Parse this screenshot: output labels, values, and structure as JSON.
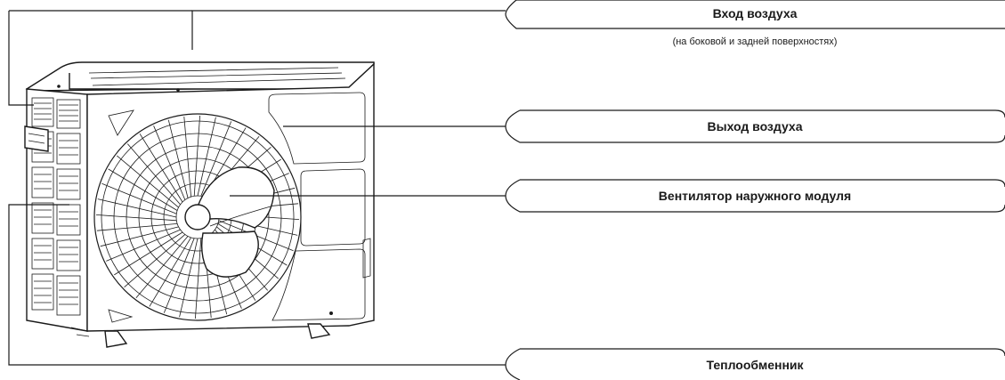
{
  "labels": {
    "air_inlet": "Вход воздуха",
    "air_inlet_note": "(на боковой и задней поверхностях)",
    "air_outlet": "Выход воздуха",
    "outdoor_fan": "Вентилятор наружного модуля",
    "heat_exchanger": "Теплообменник"
  }
}
